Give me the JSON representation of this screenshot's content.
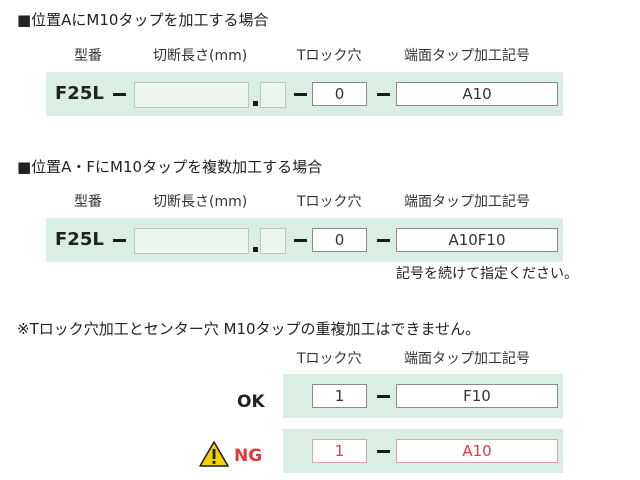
{
  "section1": {
    "heading": "■位置AにM10タップを加工する場合",
    "headers": {
      "model": "型番",
      "cut_length": "切断長さ(mm)",
      "t_lock": "Tロック穴",
      "end_tap": "端面タップ加工記号"
    },
    "model": "F25L",
    "t_lock_value": "0",
    "end_tap_value": "A10"
  },
  "section2": {
    "heading": "■位置A・FにM10タップを複数加工する場合",
    "headers": {
      "model": "型番",
      "cut_length": "切断長さ(mm)",
      "t_lock": "Tロック穴",
      "end_tap": "端面タップ加工記号"
    },
    "model": "F25L",
    "t_lock_value": "0",
    "end_tap_value": "A10F10",
    "note": "記号を続けて指定ください。"
  },
  "section3": {
    "heading": "※Tロック穴加工とセンター穴 M10タップの重複加工はできません。",
    "headers": {
      "t_lock": "Tロック穴",
      "end_tap": "端面タップ加工記号"
    },
    "ok": {
      "label": "OK",
      "t_lock_value": "1",
      "end_tap_value": "F10"
    },
    "ng": {
      "label": "NG",
      "t_lock_value": "1",
      "end_tap_value": "A10"
    }
  },
  "colors": {
    "band": "#dbeee3",
    "ng_red": "#e03a3a",
    "warning_yellow": "#f5d000"
  },
  "icons": {
    "warning": "warning-triangle-icon"
  }
}
